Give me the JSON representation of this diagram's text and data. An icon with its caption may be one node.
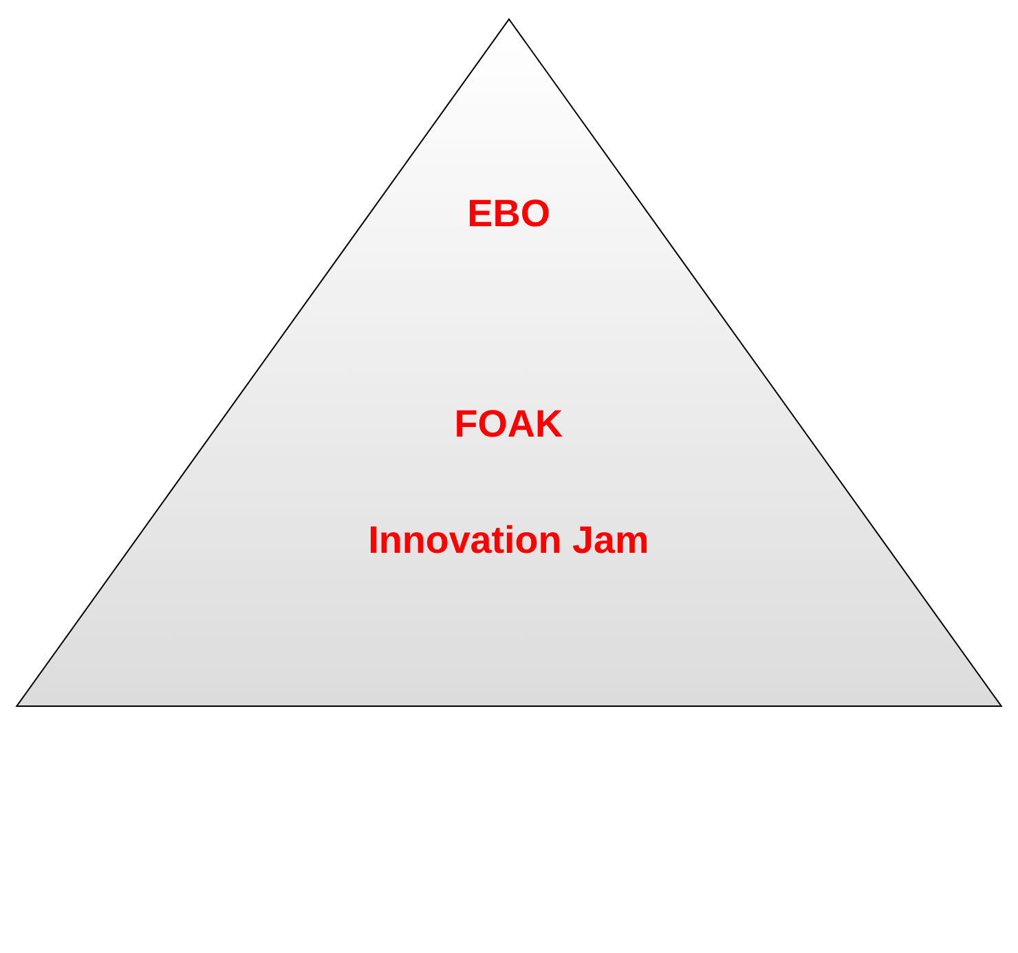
{
  "diagram": {
    "nodes": [
      {
        "text": [
          "EBO",
          "FOAK",
          "Innovation Jam"
        ]
      }
    ]
  }
}
